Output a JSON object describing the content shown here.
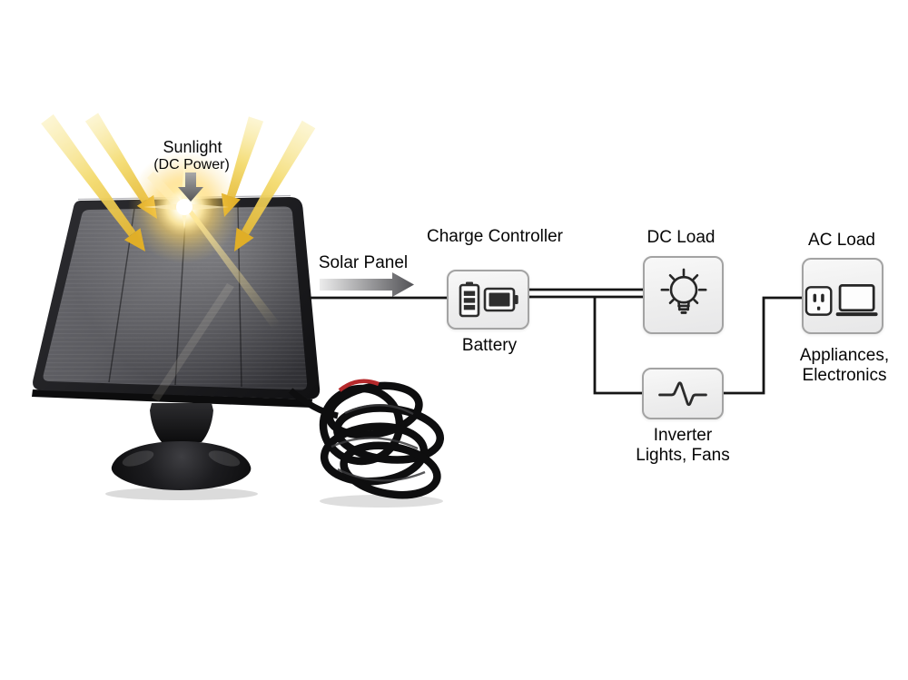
{
  "diagram": {
    "sunlight": {
      "label": "Sunlight",
      "sublabel": "(DC Power)"
    },
    "solar_panel": {
      "label": "Solar Panel"
    },
    "charge_controller": {
      "title": "Charge Controller",
      "caption": "Battery"
    },
    "dc_load": {
      "title": "DC Load"
    },
    "ac_load": {
      "title": "AC Load",
      "caption_line1": "Appliances,",
      "caption_line2": "Electronics"
    },
    "inverter": {
      "caption_line1": "Inverter",
      "caption_line2": "Lights, Fans"
    }
  },
  "icons": {
    "sunlight_direction": "down-arrow-icon",
    "solar_panel_flow": "right-arrow-icon",
    "charge_controller": "battery-icons",
    "dc_load": "light-bulb-icon",
    "ac_load": "outlet-and-laptop-icons",
    "inverter": "sine-pulse-icon",
    "sun_rays": "yellow-ray-arrows"
  },
  "colors": {
    "ray_yellow": "#e2b02a",
    "ray_light": "#faeeb0",
    "wire_line": "#151515",
    "box_fill": "#efefef",
    "box_border": "#a3a3a3",
    "panel_dark": "#1a1a1c",
    "red_wire": "#b62a2c",
    "flare_yellow": "#ffd45e"
  }
}
